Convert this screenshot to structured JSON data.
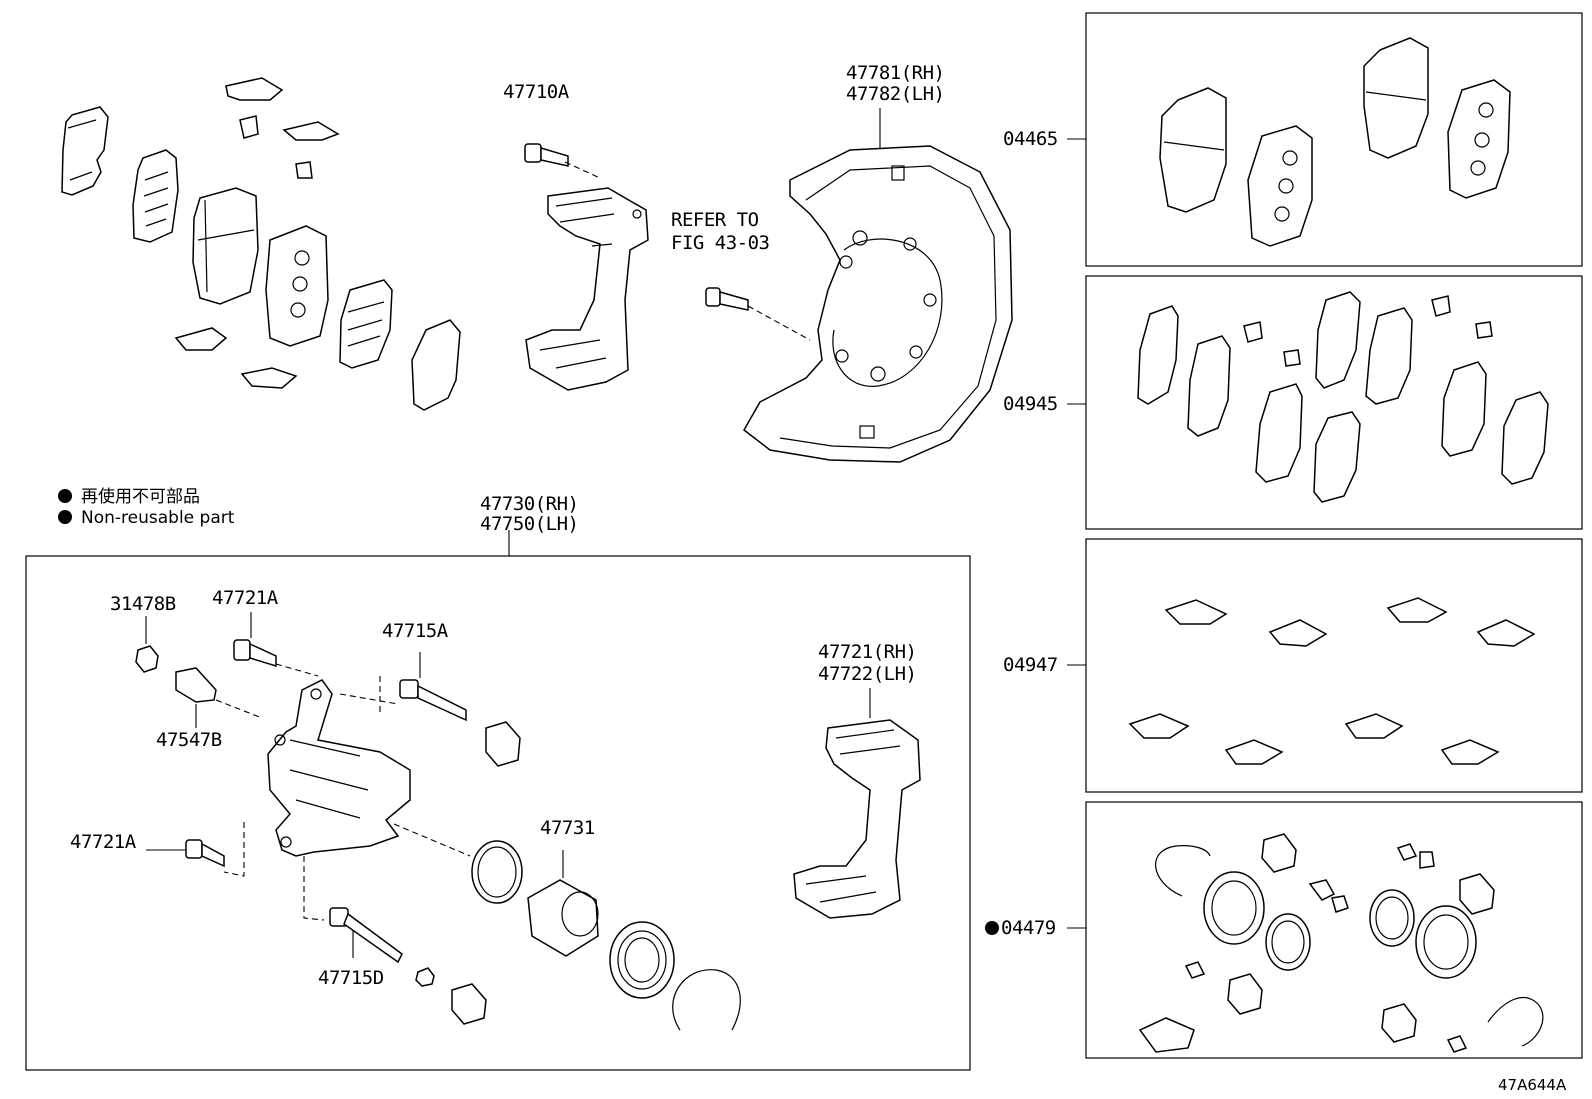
{
  "labels": {
    "bolt_47710A": "47710A",
    "shield_rh": "47781(RH)",
    "shield_lh": "47782(LH)",
    "refer_line1": "REFER TO",
    "refer_line2": "FIG 43-03",
    "caliper_rh": "47730(RH)",
    "caliper_lh": "47750(LH)",
    "cap_31478B": "31478B",
    "bolt_47721A_top": "47721A",
    "pin_47715A": "47715A",
    "bleeder_47547B": "47547B",
    "bolt_47721A_bottom": "47721A",
    "piston_47731": "47731",
    "pin_47715D": "47715D",
    "mount_rh": "47721(RH)",
    "mount_lh": "47722(LH)"
  },
  "notes": {
    "non_reusable_jp": "再使用不可部品",
    "non_reusable_en": "Non-reusable part"
  },
  "kits": [
    {
      "code": "04465",
      "non_reusable": false
    },
    {
      "code": "04945",
      "non_reusable": false
    },
    {
      "code": "04947",
      "non_reusable": false
    },
    {
      "code": "04479",
      "non_reusable": true
    }
  ],
  "figure_id": "47A644A"
}
